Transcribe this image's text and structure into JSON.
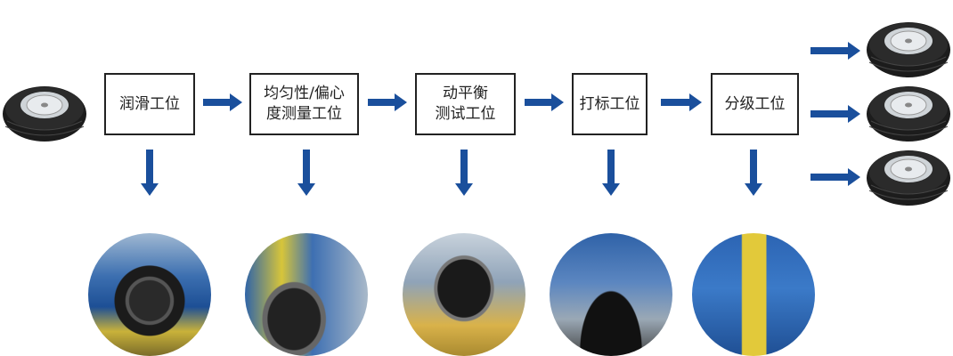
{
  "colors": {
    "arrow": "#1a4f9c",
    "box_border": "#222222"
  },
  "stations": [
    {
      "label": "润滑工位"
    },
    {
      "label_line1": "均匀性/偏心",
      "label_line2": "度测量工位"
    },
    {
      "label_line1": "动平衡",
      "label_line2": "测试工位"
    },
    {
      "label": "打标工位"
    },
    {
      "label": "分级工位"
    }
  ]
}
